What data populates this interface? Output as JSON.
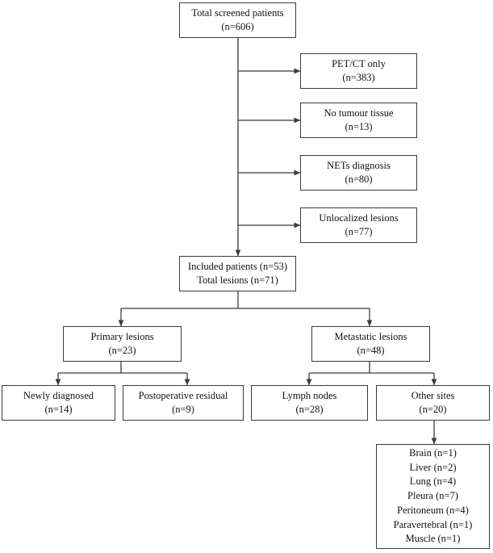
{
  "diagram": {
    "type": "patient-selection-flowchart",
    "line_color": "#3b3b3b",
    "text_color": "#111111",
    "background": "#ffffff"
  },
  "root": {
    "title": "Total screened patients",
    "count": "(n=606)"
  },
  "exclusions": [
    {
      "title": "PET/CT only",
      "count": "(n=383)"
    },
    {
      "title": "No tumour tissue",
      "count": "(n=13)"
    },
    {
      "title": "NETs diagnosis",
      "count": "(n=80)"
    },
    {
      "title": "Unlocalized lesions",
      "count": "(n=77)"
    }
  ],
  "included": {
    "patients": "Included patients (n=53)",
    "lesions": "Total lesions (n=71)"
  },
  "branches": [
    {
      "title": "Primary lesions",
      "count": "(n=23)"
    },
    {
      "title": "Metastatic lesions",
      "count": "(n=48)"
    }
  ],
  "leaves": [
    {
      "title": "Newly diagnosed",
      "count": "(n=14)"
    },
    {
      "title": "Postoperative residual",
      "count": "(n=9)"
    },
    {
      "title": "Lymph nodes",
      "count": "(n=28)"
    },
    {
      "title": "Other sites",
      "count": "(n=20)"
    }
  ],
  "other_sites": [
    "Brain (n=1)",
    "Liver (n=2)",
    "Lung (n=4)",
    "Pleura (n=7)",
    "Peritoneum (n=4)",
    "Paravertebral (n=1)",
    "Muscle (n=1)"
  ]
}
